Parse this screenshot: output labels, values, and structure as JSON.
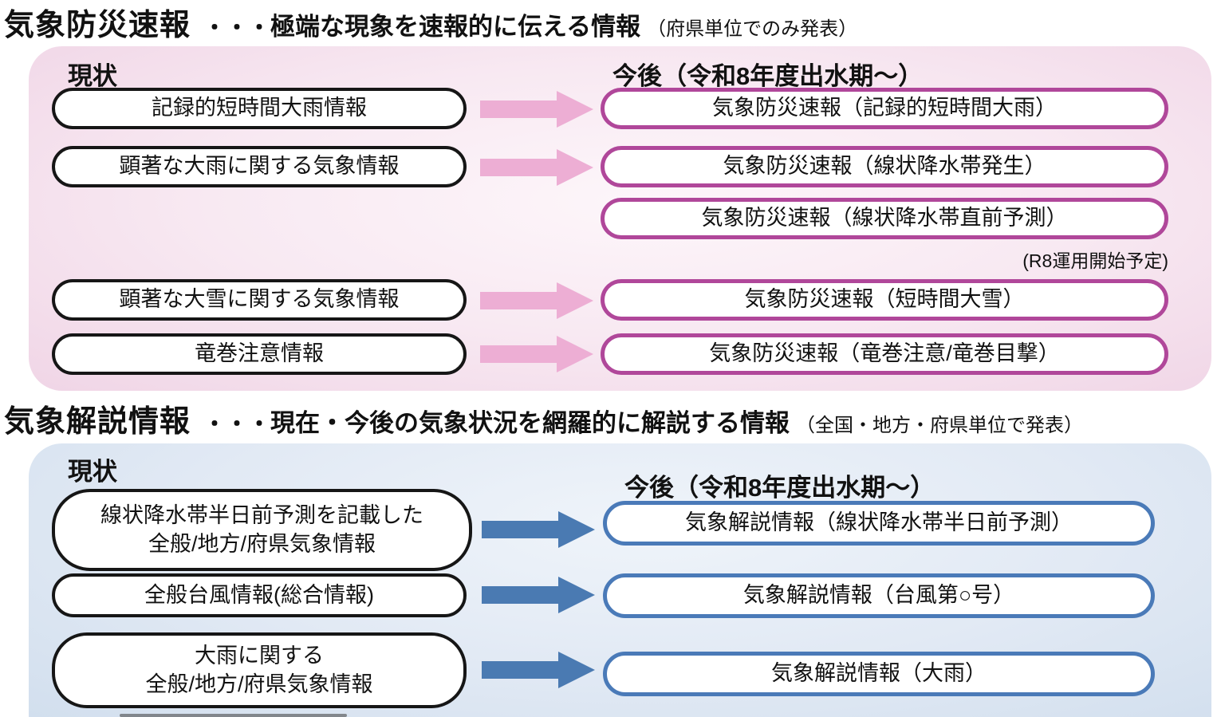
{
  "sections": [
    {
      "title": "気象防災速報",
      "dots": "・・・",
      "subtitle": "極端な現象を速報的に伝える情報",
      "scope_note": "（府県単位でのみ発表）",
      "current_label": "現状",
      "future_label": "今後（令和8年度出水期～）",
      "accent_color": "#b0479a",
      "arrow_color": "#edaed4",
      "panel_color": "#f6e5ef",
      "current_items": [
        {
          "label": "記録的短時間大雨情報"
        },
        {
          "label": "顕著な大雨に関する気象情報"
        },
        {
          "label": "顕著な大雪に関する気象情報"
        },
        {
          "label": "竜巻注意情報"
        }
      ],
      "future_items": [
        {
          "label": "気象防災速報（記録的短時間大雨）"
        },
        {
          "label": "気象防災速報（線状降水帯発生）"
        },
        {
          "label": "気象防災速報（線状降水帯直前予測）",
          "note": "(R8運用開始予定)"
        },
        {
          "label": "気象防災速報（短時間大雪）"
        },
        {
          "label": "気象防災速報（竜巻注意/竜巻目撃）"
        }
      ]
    },
    {
      "title": "気象解説情報",
      "dots": "・・・",
      "subtitle": "現在・今後の気象状況を網羅的に解説する情報",
      "scope_note": "（全国・地方・府県単位で発表）",
      "current_label": "現状",
      "future_label": "今後（令和8年度出水期～）",
      "accent_color": "#4a7ab8",
      "arrow_color": "#4a7ab2",
      "panel_color": "#dde7f3",
      "current_items": [
        {
          "label": "線状降水帯半日前予測を記載した\n全般/地方/府県気象情報"
        },
        {
          "label": "全般台風情報(総合情報)"
        },
        {
          "label": "大雨に関する\n全般/地方/府県気象情報"
        }
      ],
      "future_items": [
        {
          "label": "気象解説情報（線状降水帯半日前予測）"
        },
        {
          "label": "気象解説情報（台風第○号）"
        },
        {
          "label": "気象解説情報（大雨）"
        }
      ]
    }
  ]
}
